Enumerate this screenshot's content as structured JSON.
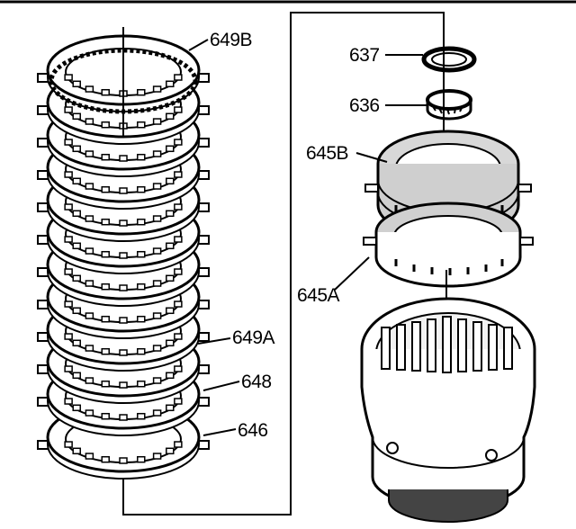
{
  "diagram": {
    "labels": {
      "l649B": "649B",
      "l649A": "649A",
      "l648": "648",
      "l646": "646",
      "l637": "637",
      "l636": "636",
      "l645B": "645B",
      "l645A": "645A"
    },
    "colors": {
      "ink": "#000000",
      "paper": "#ffffff"
    }
  }
}
